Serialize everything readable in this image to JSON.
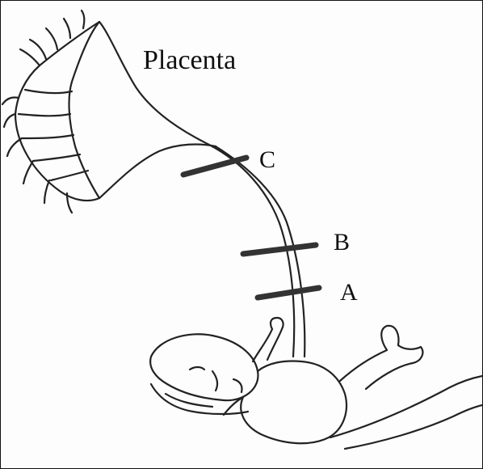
{
  "diagram": {
    "title_label": "Placenta",
    "markers": [
      {
        "id": "C",
        "label": "C"
      },
      {
        "id": "B",
        "label": "B"
      },
      {
        "id": "A",
        "label": "A"
      }
    ]
  }
}
